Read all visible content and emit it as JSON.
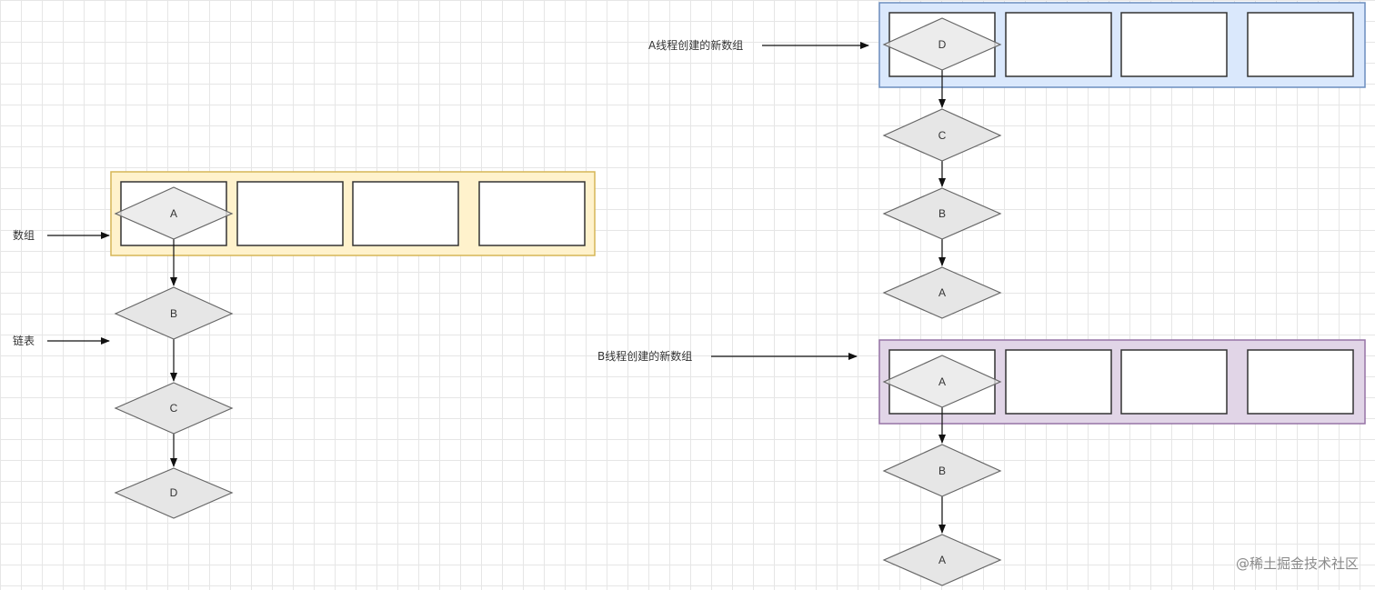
{
  "colors": {
    "orange_fill": "#fff2cc",
    "orange_stroke": "#d6b656",
    "blue_fill": "#dae8fc",
    "blue_stroke": "#6c8ebf",
    "purple_fill": "#e1d5e7",
    "purple_stroke": "#9673a6",
    "diamond_fill": "#e6e6e6",
    "diamond_stroke": "#666666",
    "cell_stroke": "#333333"
  },
  "labels": {
    "array": "数组",
    "linked_list": "链表",
    "thread_a_array": "A线程创建的新数组",
    "thread_b_array": "B线程创建的新数组"
  },
  "left_structure": {
    "chain": [
      "A",
      "B",
      "C",
      "D"
    ]
  },
  "thread_a_structure": {
    "chain": [
      "D",
      "C",
      "B",
      "A"
    ]
  },
  "thread_b_structure": {
    "chain": [
      "A",
      "B",
      "A"
    ]
  },
  "watermark": "@稀土掘金技术社区"
}
